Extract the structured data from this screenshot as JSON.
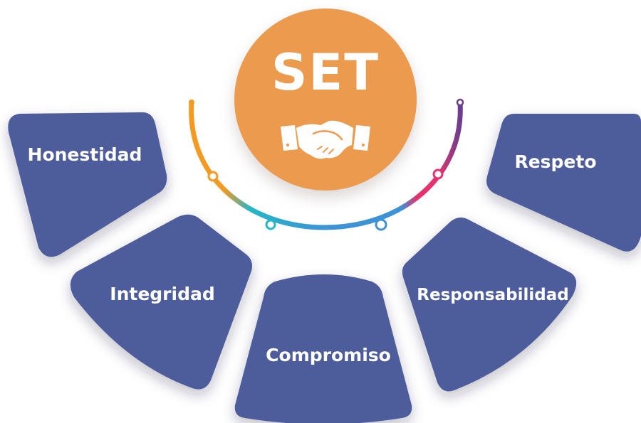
{
  "center": {
    "title": "SET",
    "icon": "handshake-icon",
    "color": "#EC9A4E"
  },
  "values": [
    {
      "key": "honestidad",
      "label": "Honestidad"
    },
    {
      "key": "integridad",
      "label": "Integridad"
    },
    {
      "key": "compromiso",
      "label": "Compromiso"
    },
    {
      "key": "responsabilidad",
      "label": "Responsabilidad"
    },
    {
      "key": "respeto",
      "label": "Respeto"
    }
  ],
  "colors": {
    "segment": "#4E5C9B",
    "text": "#FFFFFF",
    "arc": [
      "#F39A22",
      "#26B6C8",
      "#3D93D6",
      "#E3326E",
      "#6A3E8E"
    ]
  }
}
